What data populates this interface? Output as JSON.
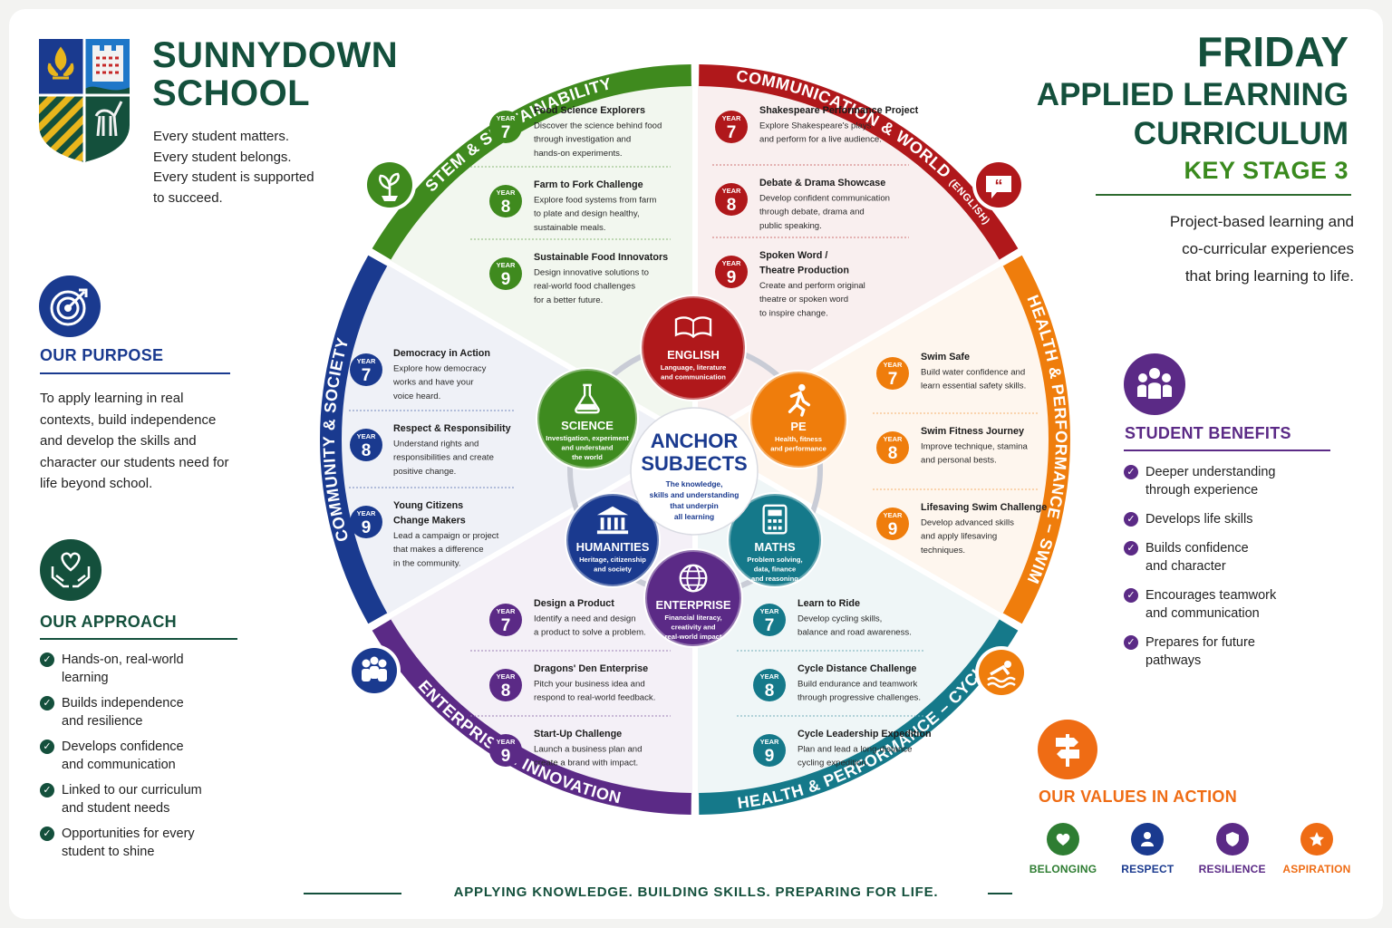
{
  "school": {
    "name_line1": "SUNNYDOWN",
    "name_line2": "SCHOOL",
    "tagline": [
      "Every student matters.",
      "Every student belongs.",
      "Every student is supported",
      "to succeed."
    ]
  },
  "header": {
    "day": "FRIDAY",
    "title_line1": "APPLIED LEARNING",
    "title_line2": "CURRICULUM",
    "key_stage": "KEY STAGE 3",
    "description": [
      "Project-based learning and",
      "co-curricular experiences",
      "that bring learning to life."
    ]
  },
  "purpose": {
    "title": "OUR PURPOSE",
    "text": "To apply learning in real contexts, build independence and develop the skills and character our students need for life beyond school."
  },
  "approach": {
    "title": "OUR APPROACH",
    "items": [
      [
        "Hands-on, real-world",
        "learning"
      ],
      [
        "Builds independence",
        "and resilience"
      ],
      [
        "Develops confidence",
        "and communication"
      ],
      [
        "Linked to our curriculum",
        "and student needs"
      ],
      [
        "Opportunities for every",
        "student to shine"
      ]
    ]
  },
  "benefits": {
    "title": "STUDENT BENEFITS",
    "items": [
      [
        "Deeper understanding",
        "through experience"
      ],
      [
        "Develops life skills"
      ],
      [
        "Builds confidence",
        "and character"
      ],
      [
        "Encourages teamwork",
        "and communication"
      ],
      [
        "Prepares for future",
        "pathways"
      ]
    ]
  },
  "values": {
    "title": "OUR VALUES IN ACTION",
    "items": [
      {
        "label": "BELONGING",
        "color": "#2e7d32",
        "icon": "heart-icon"
      },
      {
        "label": "RESPECT",
        "color": "#1a3a8f",
        "icon": "person-icon"
      },
      {
        "label": "RESILIENCE",
        "color": "#5b2a86",
        "icon": "shield-icon"
      },
      {
        "label": "ASPIRATION",
        "color": "#ef6c14",
        "icon": "star-icon"
      }
    ]
  },
  "footer": "APPLYING KNOWLEDGE.  BUILDING SKILLS.  PREPARING FOR LIFE.",
  "wheel": {
    "year_label": "YEAR",
    "anchor_title": [
      "ANCHOR",
      "SUBJECTS"
    ],
    "anchor_text": [
      "The knowledge,",
      "skills and understanding",
      "that underpin",
      "all learning"
    ],
    "anchors": [
      {
        "name": "ENGLISH",
        "desc": [
          "Language, literature",
          "and communication"
        ],
        "color": "#b0181b",
        "icon": "book-icon"
      },
      {
        "name": "PE",
        "desc": [
          "Health, fitness",
          "and performance"
        ],
        "color": "#ef7d0c",
        "icon": "runner-icon"
      },
      {
        "name": "MATHS",
        "desc": [
          "Problem solving,",
          "data, finance",
          "and reasoning"
        ],
        "color": "#15798a",
        "icon": "calculator-icon"
      },
      {
        "name": "ENTERPRISE",
        "desc": [
          "Financial literacy,",
          "creativity and",
          "real-world impact"
        ],
        "color": "#5b2a86",
        "icon": "globe-icon"
      },
      {
        "name": "HUMANITIES",
        "desc": [
          "Heritage, citizenship",
          "and society"
        ],
        "color": "#1a3a8f",
        "icon": "building-icon"
      },
      {
        "name": "SCIENCE",
        "desc": [
          "Investigation, experiment",
          "and understand",
          "the world"
        ],
        "color": "#3e8b1f",
        "icon": "flask-icon"
      }
    ],
    "segments": [
      {
        "label": "STEM & SUSTAINABILITY",
        "color": "#3f8a1e",
        "icon": "plant-icon",
        "projects": [
          {
            "year": "7",
            "title": [
              "Food Science Explorers"
            ],
            "desc": [
              "Discover the science behind food",
              "through investigation and",
              "hands-on experiments."
            ]
          },
          {
            "year": "8",
            "title": [
              "Farm to Fork Challenge"
            ],
            "desc": [
              "Explore food systems from farm",
              "to plate and design healthy,",
              "sustainable meals."
            ]
          },
          {
            "year": "9",
            "title": [
              "Sustainable Food Innovators"
            ],
            "desc": [
              "Design innovative solutions to",
              "real-world food challenges",
              "for a better future."
            ]
          }
        ]
      },
      {
        "label": "COMMUNICATION & WORLD",
        "sublabel": "(ENGLISH)",
        "color": "#b0181b",
        "icon": "speech-bubble-icon",
        "projects": [
          {
            "year": "7",
            "title": [
              "Shakespeare Performance Project"
            ],
            "desc": [
              "Explore Shakespeare's plays",
              "and perform for a live audience."
            ]
          },
          {
            "year": "8",
            "title": [
              "Debate & Drama Showcase"
            ],
            "desc": [
              "Develop confident communication",
              "through debate, drama and",
              "public speaking."
            ]
          },
          {
            "year": "9",
            "title": [
              "Spoken Word /",
              "Theatre Production"
            ],
            "desc": [
              "Create and perform original",
              "theatre or spoken word",
              "to inspire change."
            ]
          }
        ]
      },
      {
        "label": "HEALTH & PERFORMANCE – SWIM",
        "color": "#ef7d0c",
        "icon": "swimmer-icon",
        "projects": [
          {
            "year": "7",
            "title": [
              "Swim Safe"
            ],
            "desc": [
              "Build water confidence and",
              "learn essential safety skills."
            ]
          },
          {
            "year": "8",
            "title": [
              "Swim Fitness Journey"
            ],
            "desc": [
              "Improve technique, stamina",
              "and personal bests."
            ]
          },
          {
            "year": "9",
            "title": [
              "Lifesaving Swim Challenge"
            ],
            "desc": [
              "Develop advanced skills",
              "and apply lifesaving",
              "techniques."
            ]
          }
        ]
      },
      {
        "label": "HEALTH & PERFORMANCE – CYCLE",
        "color": "#15798a",
        "icon": "bike-icon",
        "projects": [
          {
            "year": "7",
            "title": [
              "Learn to Ride"
            ],
            "desc": [
              "Develop cycling skills,",
              "balance and road awareness."
            ]
          },
          {
            "year": "8",
            "title": [
              "Cycle Distance Challenge"
            ],
            "desc": [
              "Build endurance and teamwork",
              "through progressive challenges."
            ]
          },
          {
            "year": "9",
            "title": [
              "Cycle Leadership Expedition"
            ],
            "desc": [
              "Plan and lead a long-distance",
              "cycling expedition."
            ]
          }
        ]
      },
      {
        "label": "ENTERPRISE & INNOVATION",
        "color": "#5b2a86",
        "icon": "enterprise-icon",
        "projects": [
          {
            "year": "7",
            "title": [
              "Design a Product"
            ],
            "desc": [
              "Identify a need and design",
              "a product to solve a problem."
            ]
          },
          {
            "year": "8",
            "title": [
              "Dragons' Den Enterprise"
            ],
            "desc": [
              "Pitch your business idea and",
              "respond to real-world feedback."
            ]
          },
          {
            "year": "9",
            "title": [
              "Start-Up Challenge"
            ],
            "desc": [
              "Launch a business plan and",
              "create a brand with impact."
            ]
          }
        ]
      },
      {
        "label": "COMMUNITY & SOCIETY",
        "color": "#1a3a8f",
        "icon": "people-icon",
        "projects": [
          {
            "year": "7",
            "title": [
              "Democracy in Action"
            ],
            "desc": [
              "Explore how democracy",
              "works and have your",
              "voice heard."
            ]
          },
          {
            "year": "8",
            "title": [
              "Respect & Responsibility"
            ],
            "desc": [
              "Understand rights and",
              "responsibilities and create",
              "positive change."
            ]
          },
          {
            "year": "9",
            "title": [
              "Young Citizens",
              "Change Makers"
            ],
            "desc": [
              "Lead a campaign or project",
              "that makes a difference",
              "in the community."
            ]
          }
        ]
      }
    ]
  }
}
